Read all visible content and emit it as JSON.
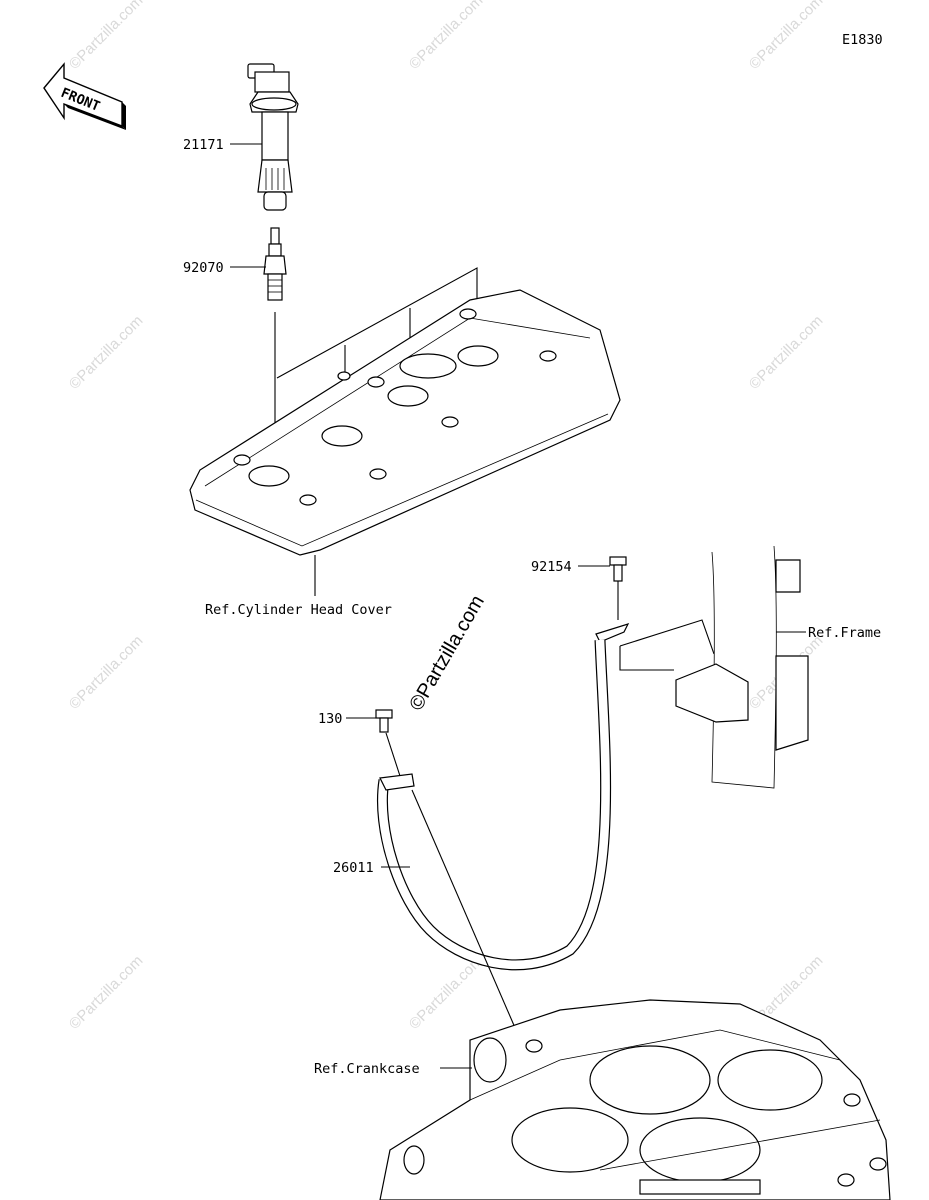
{
  "diagram_code": "E1830",
  "front_arrow": {
    "label": "FRONT",
    "icon": "front-arrow-icon"
  },
  "watermark": {
    "text": "©Partzilla.com"
  },
  "parts": [
    {
      "number": "21171"
    },
    {
      "number": "92070"
    },
    {
      "number": "92154"
    },
    {
      "number": "130"
    },
    {
      "number": "26011"
    }
  ],
  "references": [
    {
      "label": "Ref.Cylinder Head Cover"
    },
    {
      "label": "Ref.Frame"
    },
    {
      "label": "Ref.Crankcase"
    }
  ]
}
